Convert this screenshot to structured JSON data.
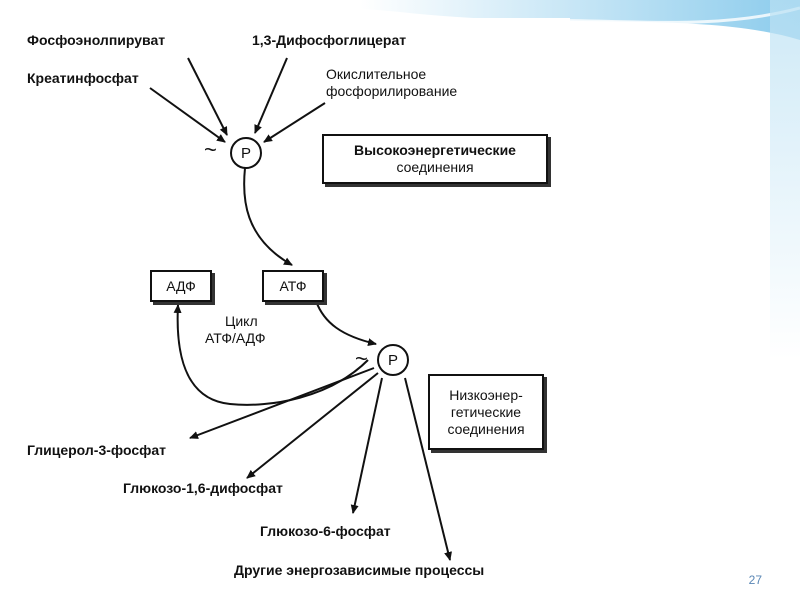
{
  "slide": {
    "page_number": "27",
    "faint_text": ""
  },
  "diagram": {
    "sources": {
      "pep": "Фосфоэнолпируват",
      "dpg": "1,3-Дифосфоглицерат",
      "creatine": "Креатинфосфат",
      "oxphos_line1": "Окислительное",
      "oxphos_line2": "фосфорилирование"
    },
    "high_energy_box": {
      "line1": "Высокоэнергетические",
      "line2": "соединения"
    },
    "low_energy_box": {
      "line1": "Низкоэнер-",
      "line2": "гетические",
      "line3": "соединения"
    },
    "phosphate_symbol": "P",
    "tilde": "~",
    "cycle": {
      "adp": "АДФ",
      "atp": "АТФ",
      "label_line1": "Цикл",
      "label_line2": "АТФ/АДФ"
    },
    "products": {
      "glycerol": "Глицерол-3-фосфат",
      "glucose16": "Глюкозо-1,6-дифосфат",
      "glucose6": "Глюкозо-6-фосфат",
      "other": "Другие энергозависимые процессы"
    }
  }
}
